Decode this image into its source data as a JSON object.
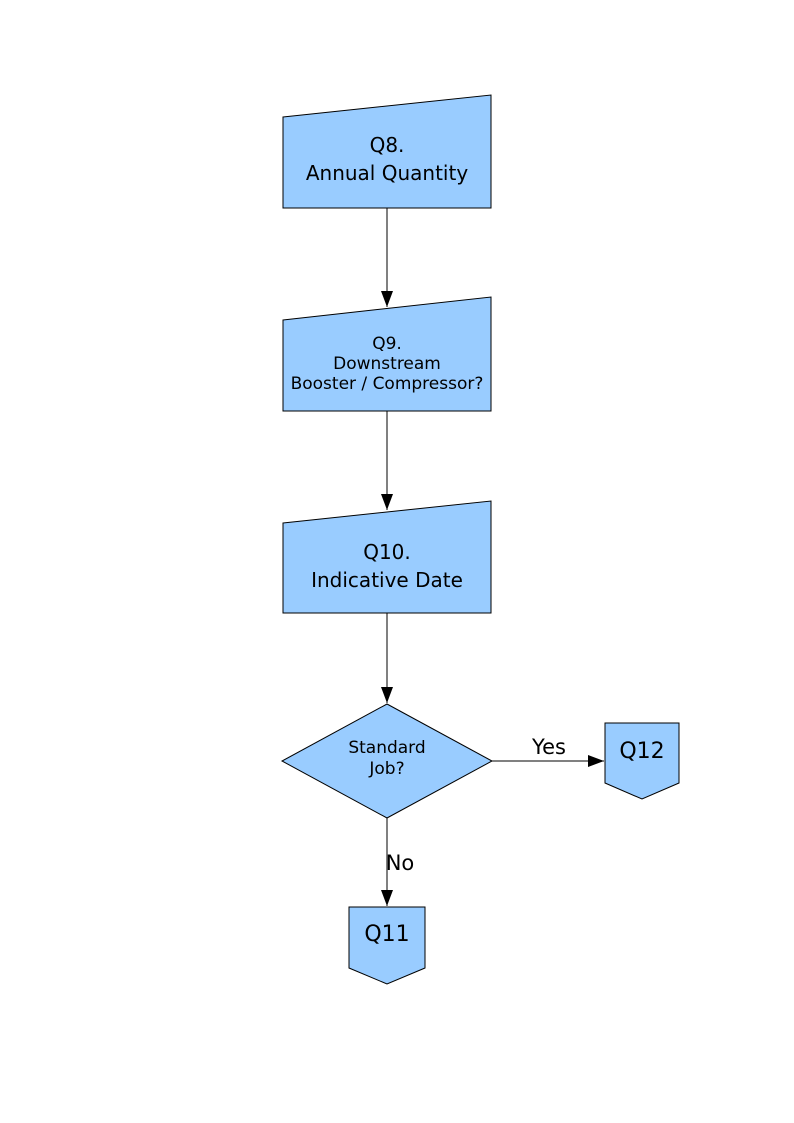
{
  "diagram": {
    "colors": {
      "node_fill": "#99CCFF",
      "node_stroke": "#000000",
      "text": "#000000",
      "background": "#FFFFFF"
    },
    "nodes": {
      "q8": {
        "type": "manual-input",
        "lines": [
          "Q8.",
          "Annual Quantity"
        ]
      },
      "q9": {
        "type": "manual-input",
        "lines": [
          "Q9.",
          "Downstream",
          "Booster / Compressor?"
        ]
      },
      "q10": {
        "type": "manual-input",
        "lines": [
          "Q10.",
          "Indicative Date"
        ]
      },
      "decision": {
        "type": "decision",
        "lines": [
          "Standard",
          "Job?"
        ]
      },
      "q12": {
        "type": "off-page-connector",
        "label": "Q12"
      },
      "q11": {
        "type": "off-page-connector",
        "label": "Q11"
      }
    },
    "edges": {
      "q8_to_q9": {
        "from": "q8",
        "to": "q9",
        "label": ""
      },
      "q9_to_q10": {
        "from": "q9",
        "to": "q10",
        "label": ""
      },
      "q10_to_decision": {
        "from": "q10",
        "to": "decision",
        "label": ""
      },
      "decision_to_q12": {
        "from": "decision",
        "to": "q12",
        "label": "Yes"
      },
      "decision_to_q11": {
        "from": "decision",
        "to": "q11",
        "label": "No"
      }
    }
  }
}
